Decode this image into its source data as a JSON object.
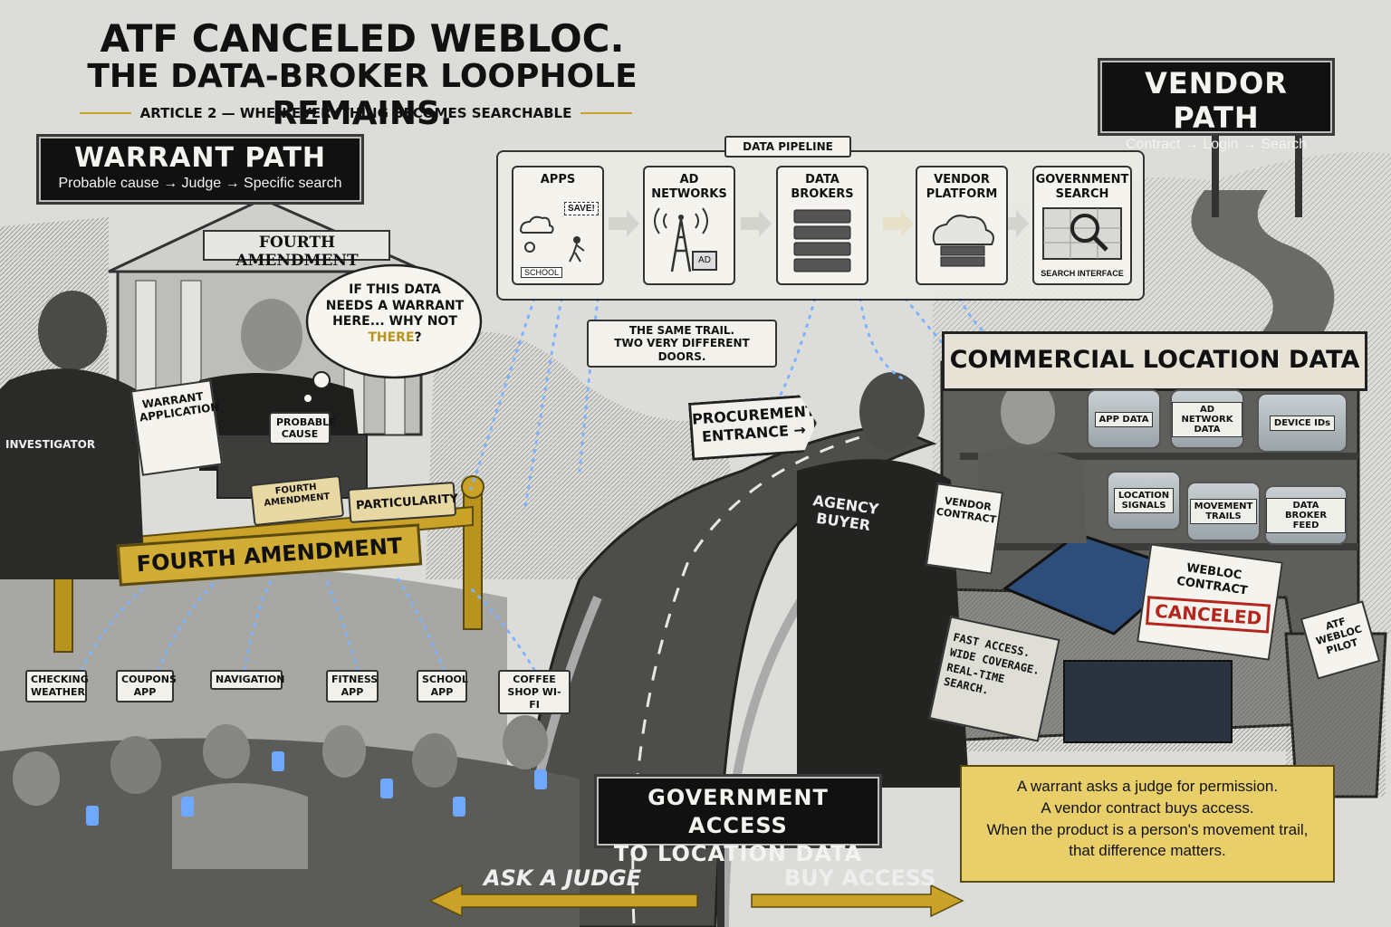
{
  "headline": {
    "line1": "ATF CANCELED WEBLOC.",
    "line2": "THE DATA-BROKER LOOPHOLE REMAINS.",
    "subtitle": "ARTICLE 2 — WHEN EVERYTHING BECOMES SEARCHABLE"
  },
  "warrant_path": {
    "title": "WARRANT PATH",
    "steps": "Probable cause → Judge → Specific search",
    "courthouse_label": "FOURTH AMENDMENT",
    "investigator": "INVESTIGATOR",
    "warrant_application": "WARRANT APPLICATION",
    "probable_cause": "PROBABLE CAUSE",
    "book_1": "FOURTH AMENDMENT",
    "book_2": "PARTICULARITY",
    "gate_sign": "FOURTH AMENDMENT",
    "judge_thought": [
      "IF THIS DATA",
      "NEEDS A WARRANT",
      "HERE... WHY NOT"
    ],
    "judge_thought_emphasis": "THERE",
    "judge_thought_end": "?"
  },
  "vendor_path": {
    "title": "VENDOR PATH",
    "steps": "Contract → Login → Search"
  },
  "pipeline": {
    "title": "DATA PIPELINE",
    "stages": [
      {
        "label": "APPS"
      },
      {
        "label": "AD\nNETWORKS"
      },
      {
        "label": "DATA\nBROKERS"
      },
      {
        "label": "VENDOR\nPLATFORM"
      },
      {
        "label": "GOVERNMENT\nSEARCH"
      }
    ],
    "apps_save_tag": "SAVE!",
    "apps_school_tag": "SCHOOL",
    "ad_tag": "AD",
    "search_caption": "SEARCH INTERFACE"
  },
  "trail_caption": [
    "THE SAME TRAIL.",
    "TWO VERY DIFFERENT DOORS."
  ],
  "procurement_sign": [
    "PROCUREMENT",
    "ENTRANCE →"
  ],
  "market": {
    "title": "COMMERCIAL LOCATION DATA",
    "agency_buyer": [
      "AGENCY",
      "BUYER"
    ],
    "vendor_contract": [
      "VENDOR",
      "CONTRACT"
    ],
    "jars": [
      {
        "label": "APP DATA"
      },
      {
        "label": "AD NETWORK\nDATA"
      },
      {
        "label": "DEVICE IDs"
      },
      {
        "label": "LOCATION\nSIGNALS"
      },
      {
        "label": "MOVEMENT\nTRAILS"
      },
      {
        "label": "DATA BROKER\nFEED"
      }
    ],
    "webloc_contract": [
      "WEBLOC",
      "CONTRACT"
    ],
    "canceled_stamp": "CANCELED",
    "counter_sign": [
      "FAST ACCESS.",
      "WIDE COVERAGE.",
      "REAL-TIME SEARCH."
    ],
    "trash_paper": [
      "ATF",
      "WEBLOC",
      "PILOT"
    ]
  },
  "apps": [
    {
      "label": "CHECKING\nWEATHER"
    },
    {
      "label": "COUPONS\nAPP"
    },
    {
      "label": "NAVIGATION"
    },
    {
      "label": "FITNESS\nAPP"
    },
    {
      "label": "SCHOOL\nAPP"
    },
    {
      "label": "COFFEE\nSHOP WI-FI"
    }
  ],
  "center_sign": [
    "GOVERNMENT ACCESS",
    "TO LOCATION DATA"
  ],
  "arrows": {
    "left": "ASK A JUDGE",
    "right": "BUY ACCESS"
  },
  "callout": [
    "A warrant asks a judge for permission.",
    "A vendor contract buys access.",
    "When the product is a person's movement trail,",
    "that difference matters."
  ],
  "colors": {
    "gold": "#c9a227",
    "callout_bg": "#e9cf6a",
    "dot_blue": "#7fb3ff",
    "stamp_red": "#b3261e",
    "sign_black": "#111111"
  }
}
